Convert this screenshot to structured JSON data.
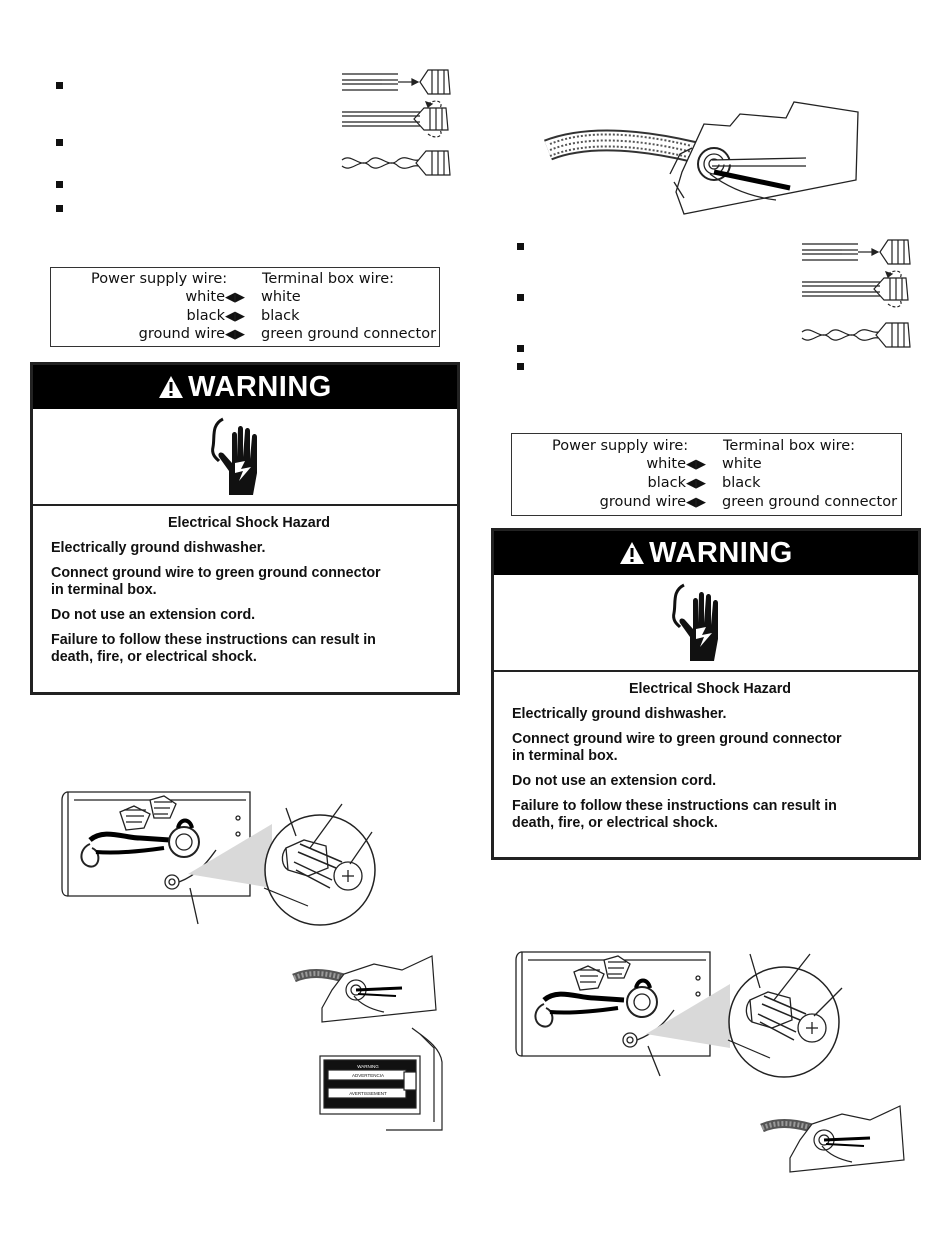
{
  "wire_box_left": {
    "header_left": "Power supply wire:",
    "header_right": "Terminal box wire:",
    "rows": [
      {
        "left": "white",
        "right": "white"
      },
      {
        "left": "black",
        "right": "black"
      },
      {
        "left": "ground wire",
        "right": "green ground connector"
      }
    ]
  },
  "wire_box_right": {
    "header_left": "Power supply wire:",
    "header_right": "Terminal box wire:",
    "rows": [
      {
        "left": "white",
        "right": "white"
      },
      {
        "left": "black",
        "right": "black"
      },
      {
        "left": "ground wire",
        "right": "green ground connector"
      }
    ]
  },
  "warning_left": {
    "header": "WARNING",
    "title": "Electrical Shock Hazard",
    "lines": [
      "Electrically ground dishwasher.",
      "Connect ground wire to green ground connector\nin terminal box.",
      "Do not use an extension cord.",
      "Failure to follow these instructions can result in\ndeath, fire, or electrical shock."
    ]
  },
  "warning_right": {
    "header": "WARNING",
    "title": "Electrical Shock Hazard",
    "lines": [
      "Electrically ground dishwasher.",
      "Connect ground wire to green ground connector\nin terminal box.",
      "Do not use an extension cord.",
      "Failure to follow these instructions can result in\ndeath, fire, or electrical shock."
    ]
  },
  "label_panel": {
    "lines": [
      "WARNING",
      "ADVERTENCIA",
      "AVERTISSEMENT"
    ]
  },
  "icons": [
    "bullet-square-icon",
    "wire-strip-icon",
    "wire-twist-icon",
    "wire-nut-icon",
    "shock-hazard-hand-icon",
    "warning-triangle-icon",
    "arrow-double-icon"
  ],
  "colors": {
    "ink": "#111111",
    "warning_band": "#000000",
    "callout_gray": "#d9d9d9"
  }
}
